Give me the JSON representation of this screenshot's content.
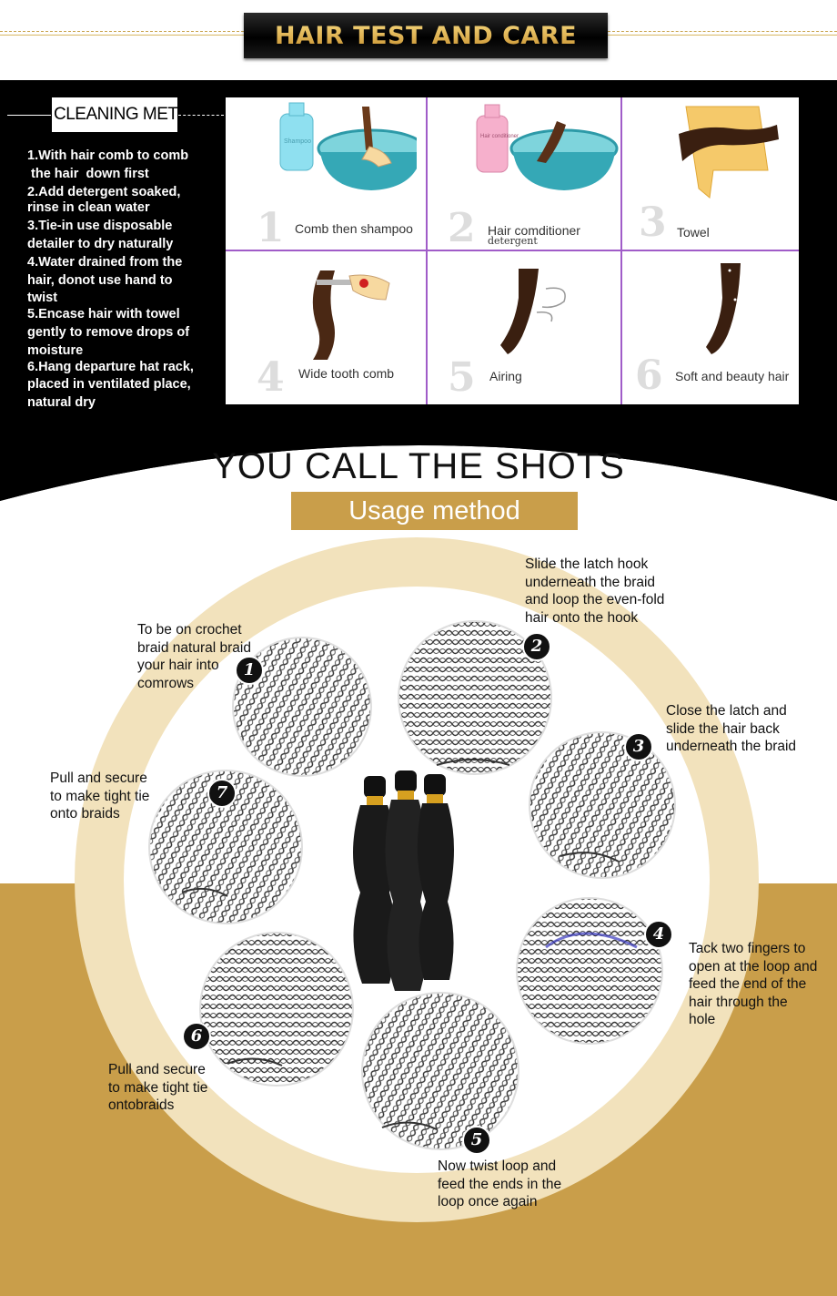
{
  "header": {
    "title": "HAIR TEST AND CARE"
  },
  "cleaning": {
    "label": "CLEANING MET",
    "steps": [
      "1.With hair comb to comb",
      " the hair  down first",
      "2.Add detergent soaked,",
      "rinse in clean water",
      "3.Tie-in use disposable",
      "detailer to dry naturally",
      "4.Water drained from the",
      "hair, donot use hand to",
      "twist",
      "5.Encase hair with towel",
      "gently to remove drops of",
      "moisture",
      "6.Hang departure hat rack,",
      "placed in ventilated place,",
      "natural dry"
    ],
    "grid": [
      {
        "num": "1",
        "label": "Comb then shampoo",
        "sub": ""
      },
      {
        "num": "2",
        "label": "Hair comditioner",
        "sub": "detergent"
      },
      {
        "num": "3",
        "label": "Towel",
        "sub": ""
      },
      {
        "num": "4",
        "label": "Wide tooth comb",
        "sub": ""
      },
      {
        "num": "5",
        "label": "Airing",
        "sub": ""
      },
      {
        "num": "6",
        "label": "Soft and beauty hair",
        "sub": ""
      }
    ],
    "bottle_labels": [
      "Shampoo",
      "Hair conditioner"
    ]
  },
  "usage": {
    "title": "YOU CALL THE SHOTS",
    "subtitle": "Usage method",
    "steps": [
      {
        "num": "1",
        "text": [
          "To be on crochet",
          "braid natural braid",
          "your hair into",
          "comrows"
        ]
      },
      {
        "num": "2",
        "text": [
          "Slide the latch hook",
          "underneath the braid",
          "and loop the even-fold",
          "hair onto the hook"
        ]
      },
      {
        "num": "3",
        "text": [
          "Close the latch and",
          "slide the hair back",
          "underneath the braid"
        ]
      },
      {
        "num": "4",
        "text": [
          "Tack two fingers to",
          "open at the loop and",
          "feed the end of the",
          "hair through the",
          "hole"
        ]
      },
      {
        "num": "5",
        "text": [
          "Now twist loop and",
          "feed the ends in the",
          "loop once again"
        ]
      },
      {
        "num": "6",
        "text": [
          "Pull and secure",
          "to make tight tie",
          "ontobraids"
        ]
      },
      {
        "num": "7",
        "text": [
          "Pull and secure",
          "to make tight tie",
          "onto braids"
        ]
      }
    ]
  },
  "colors": {
    "gold": "#c99e4a",
    "light_gold": "#f2e2bc",
    "grid_divider": "#a05cc8",
    "black": "#000000"
  }
}
